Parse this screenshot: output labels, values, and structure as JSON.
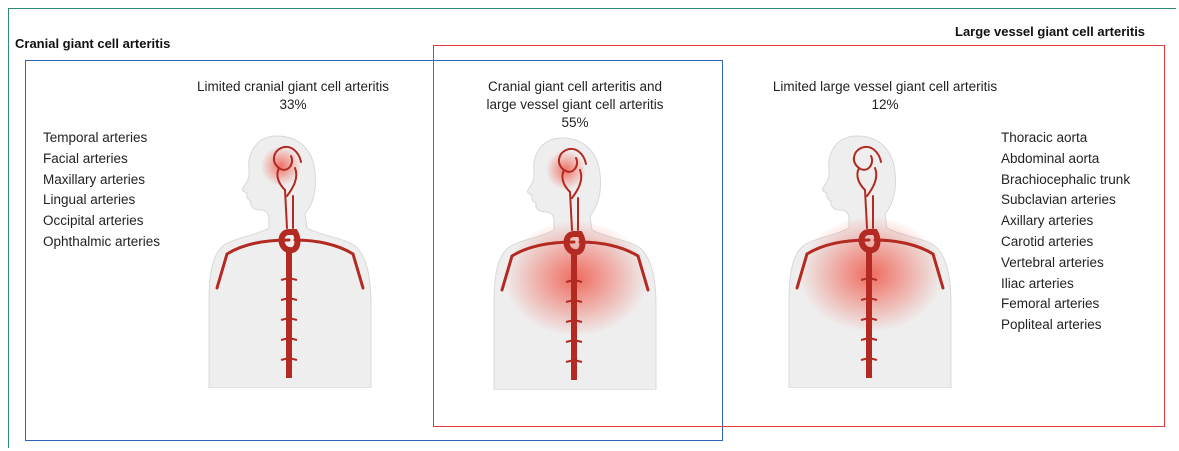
{
  "panels": {
    "cranial_title": "Cranial giant cell arteritis",
    "large_vessel_title": "Large vessel giant cell arteritis"
  },
  "groups": [
    {
      "label": "Limited cranial giant cell arteritis",
      "percent": "33%"
    },
    {
      "label_line1": "Cranial giant cell arteritis and",
      "label_line2": "large vessel giant cell arteritis",
      "percent": "55%"
    },
    {
      "label": "Limited large vessel giant cell arteritis",
      "percent": "12%"
    }
  ],
  "cranial_arteries": [
    "Temporal arteries",
    "Facial arteries",
    "Maxillary arteries",
    "Lingual arteries",
    "Occipital arteries",
    "Ophthalmic arteries"
  ],
  "large_vessel_arteries": [
    "Thoracic aorta",
    "Abdominal aorta",
    "Brachiocephalic trunk",
    "Subclavian arteries",
    "Axillary arteries",
    "Carotid arteries",
    "Vertebral arteries",
    "Iliac arteries",
    "Femoral arteries",
    "Popliteal arteries"
  ],
  "colors": {
    "cranial_box": "#2b64b8",
    "large_vessel_box": "#e33a3a",
    "artery": "#b22a22",
    "inflammation": "#f04a3a",
    "frame": "#2f8a7a"
  }
}
